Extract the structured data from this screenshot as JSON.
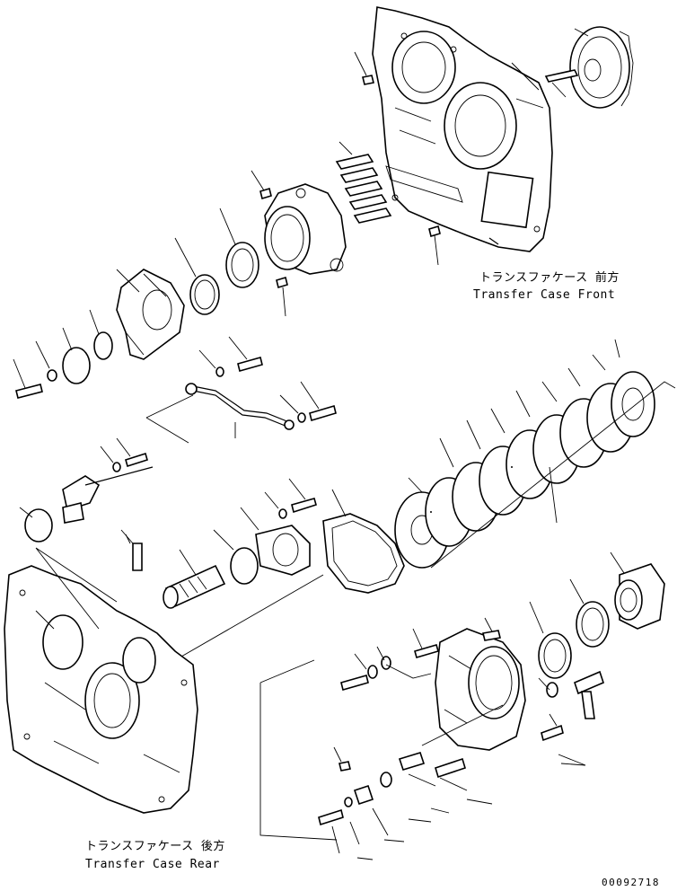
{
  "labels": {
    "front_jp": "トランスファケース 前方",
    "front_en": "Transfer Case Front",
    "rear_jp": "トランスファケース 後方",
    "rear_en": "Transfer Case Rear",
    "drawing_number": "00092718"
  }
}
